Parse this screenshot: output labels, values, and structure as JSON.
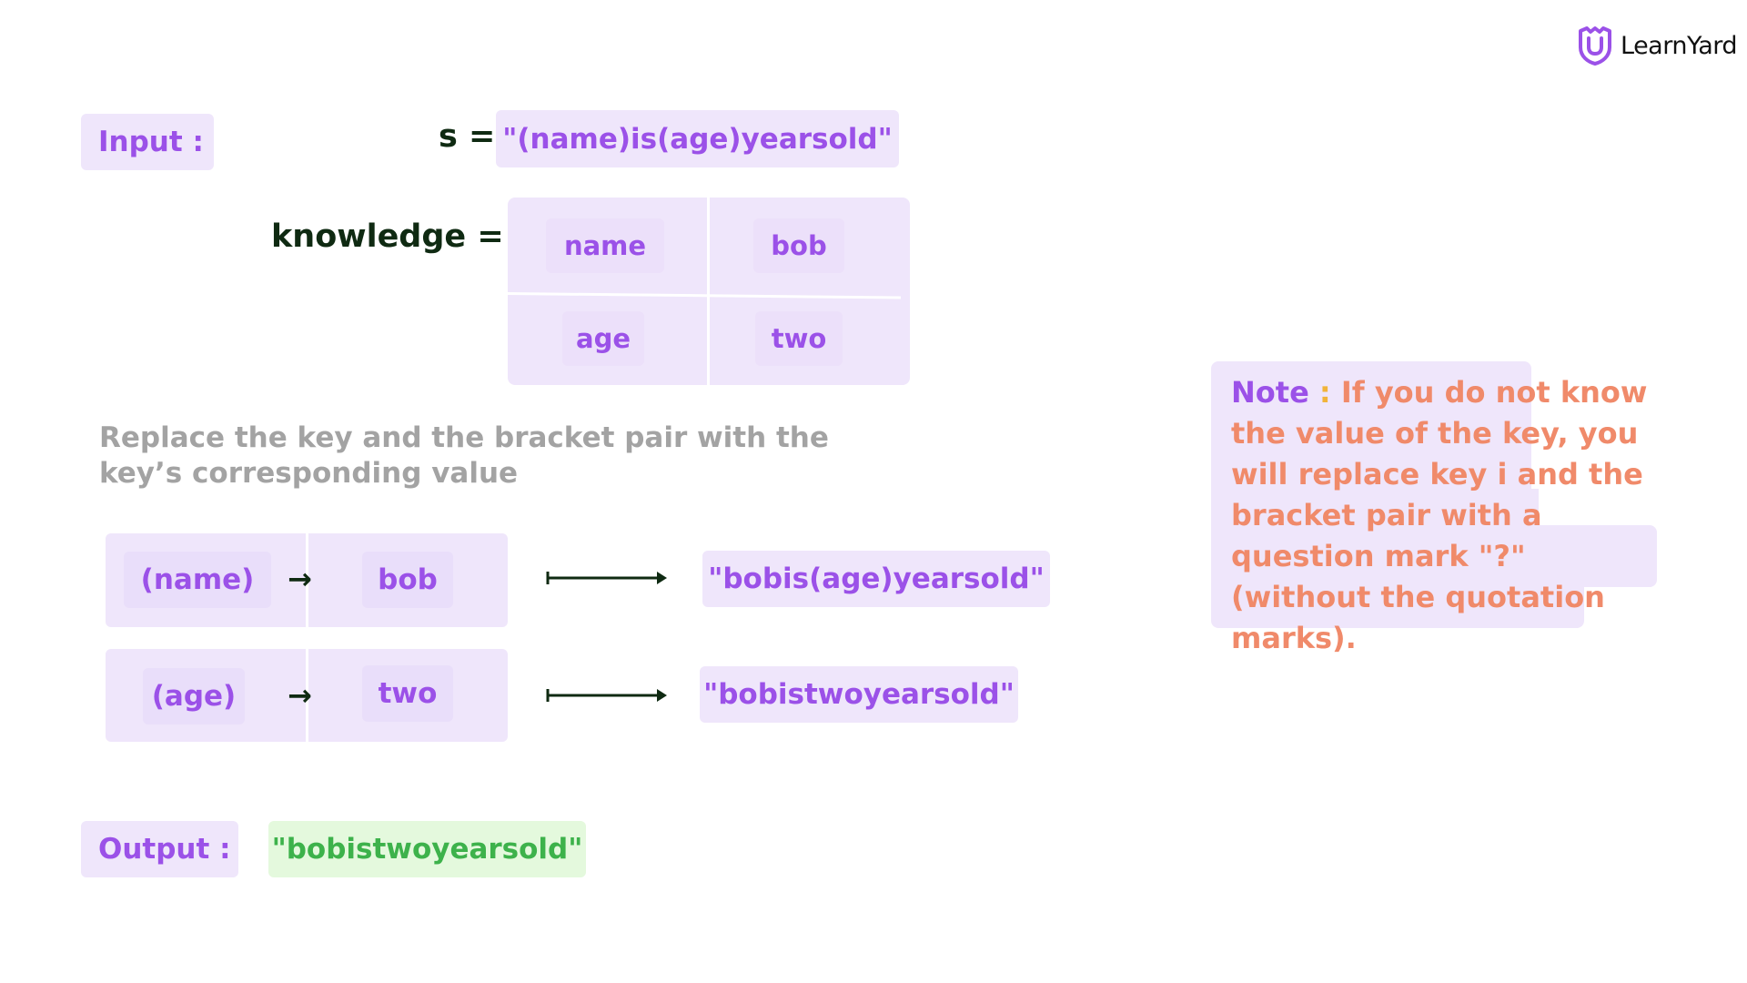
{
  "logo": {
    "text": "LearnYard",
    "icon": "shield-u-icon",
    "color": "#9b51e8"
  },
  "input": {
    "label": "Input :",
    "s_label": "s =",
    "s_value": "\"(name)is(age)yearsold\"",
    "knowledge_label": "knowledge =",
    "knowledge": [
      [
        "name",
        "bob"
      ],
      [
        "age",
        "two"
      ]
    ]
  },
  "instruction": {
    "line1": "Replace the key and the bracket pair with the",
    "line2": "key’s corresponding value"
  },
  "steps": [
    {
      "key": "(name)",
      "arrow": "→",
      "value": "bob",
      "result": "\"bobis(age)yearsold\""
    },
    {
      "key": "(age)",
      "arrow": "→",
      "value": "two",
      "result": "\"bobistwoyearsold\""
    }
  ],
  "output": {
    "label": "Output :",
    "value": "\"bobistwoyearsold\""
  },
  "note": {
    "label": "Note",
    "colon": ":",
    "text": "If you do not know the value of the key, you will replace key i and the bracket pair with a question mark \"?\" (without the quotation marks)."
  },
  "colors": {
    "purple": "#9b51e8",
    "chip_bg": "#efe6fb",
    "dark_green": "#0f2a12",
    "output_green": "#3db24b",
    "output_bg": "#e4f9dd",
    "note_orange": "#f08a6a",
    "note_colon": "#f1b43a",
    "gray": "#a3a3a3"
  }
}
